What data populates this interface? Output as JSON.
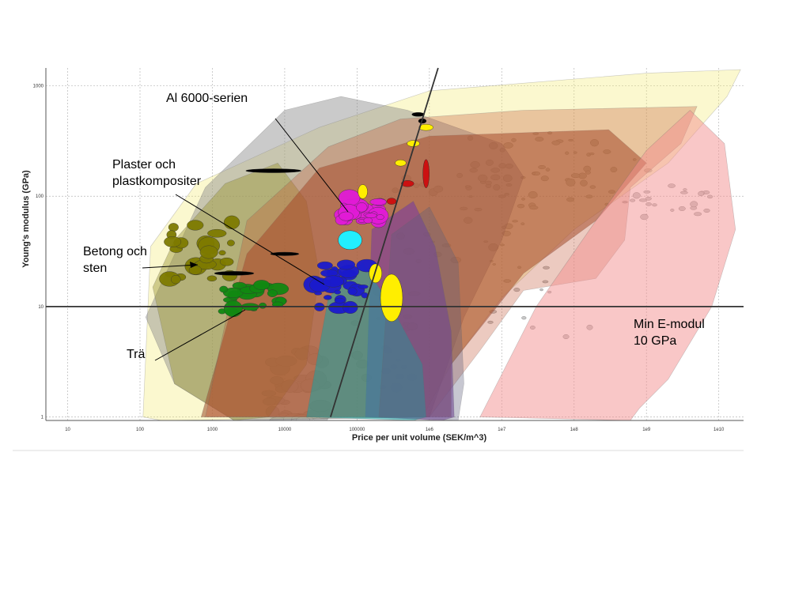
{
  "chart_data": {
    "type": "scatter",
    "xlabel": "Price per unit volume (SEK/m^3)",
    "ylabel": "Young's modulus (GPa)",
    "xscale": "log",
    "yscale": "log",
    "xlim": [
      5,
      22000000000
    ],
    "ylim": [
      0.93,
      1450
    ],
    "grid": true,
    "x_ticks": [
      10,
      100,
      1000,
      10000,
      100000,
      1000000,
      10000000,
      100000000,
      1000000000,
      10000000000
    ],
    "x_tick_labels": [
      "10",
      "100",
      "1000",
      "10000",
      "100000",
      "1e6",
      "1e7",
      "1e8",
      "1e9",
      "1e10"
    ],
    "y_ticks": [
      1,
      10,
      100,
      1000
    ],
    "y_tick_labels": [
      "1",
      "10",
      "100",
      "1000"
    ],
    "reference_lines": [
      {
        "kind": "horizontal",
        "y": 10,
        "color": "#333333"
      },
      {
        "kind": "selection",
        "points": [
          [
            43000,
            1
          ],
          [
            1320000,
            1450
          ]
        ],
        "color": "#333333"
      }
    ],
    "material_families": [
      {
        "label_key": "wood",
        "x": 3500,
        "y": 12,
        "rx": 0.42,
        "ry": 0.14,
        "color": "#118811"
      },
      {
        "label_key": "concrete",
        "x": 700,
        "y": 32,
        "rx": 0.45,
        "ry": 0.28,
        "color": "#7d7a00"
      },
      {
        "label_key": "plastics",
        "x": 60000,
        "y": 15,
        "rx": 0.38,
        "ry": 0.22,
        "color": "#1a1acc"
      },
      {
        "label_key": "al6000",
        "x": 110000,
        "y": 75,
        "rx": 0.3,
        "ry": 0.12,
        "color": "#e01ad6"
      }
    ],
    "annotations": {
      "al6000": "Al 6000-serien",
      "plastics": "Plaster och\nplastkompositer",
      "concrete": "Betong och\nsten",
      "wood": "Trä",
      "emod": "Min E-modul\n10 GPa"
    }
  }
}
